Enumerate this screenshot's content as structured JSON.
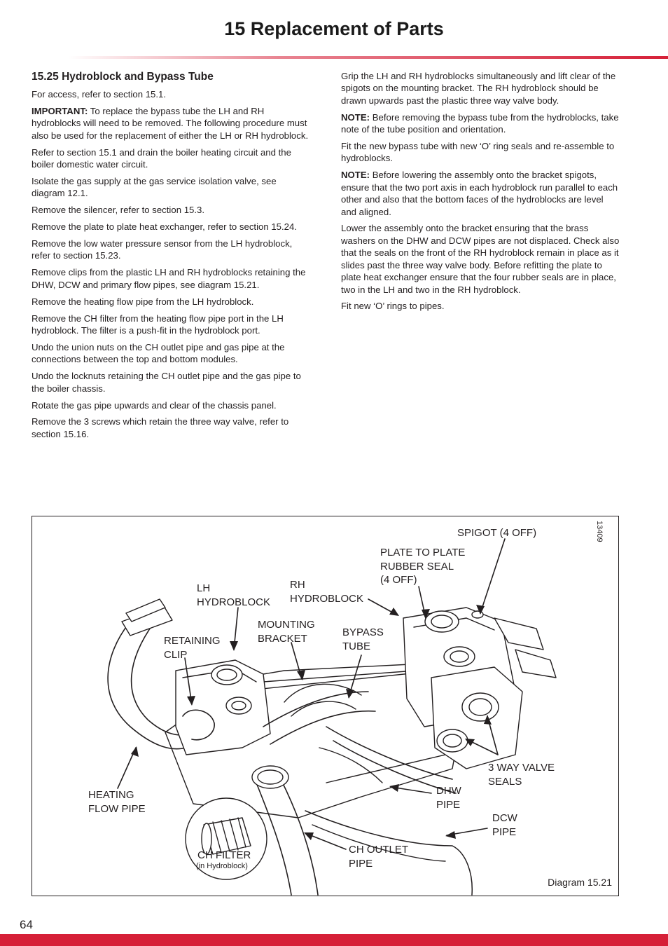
{
  "header": {
    "title": "15  Replacement of Parts"
  },
  "section": {
    "heading": "15.25 Hydroblock and Bypass Tube",
    "left_paragraphs": [
      {
        "lead": "",
        "text": "For access, refer to section 15.1."
      },
      {
        "lead": "IMPORTANT:",
        "text": "  To replace the bypass tube the LH and RH hydroblocks will need to be removed. The following procedure must also be used for the replacement of either the LH or RH hydroblock."
      },
      {
        "lead": "",
        "text": "Refer to section 15.1 and drain the boiler heating circuit and the boiler domestic water circuit."
      },
      {
        "lead": "",
        "text": "Isolate the gas supply at the gas service isolation valve, see diagram 12.1."
      },
      {
        "lead": "",
        "text": "Remove the silencer, refer to section 15.3."
      },
      {
        "lead": "",
        "text": "Remove the plate to plate heat exchanger, refer to section 15.24."
      },
      {
        "lead": "",
        "text": "Remove the low water pressure sensor from the LH hydroblock, refer to section 15.23."
      },
      {
        "lead": "",
        "text": "Remove clips from the plastic LH and RH hydroblocks retaining the DHW, DCW and primary flow pipes, see diagram 15.21."
      },
      {
        "lead": "",
        "text": "Remove the heating flow pipe from the LH hydroblock."
      },
      {
        "lead": "",
        "text": "Remove the CH filter from the heating flow pipe port in the LH hydroblock. The filter is a push-fit in the hydroblock port."
      },
      {
        "lead": "",
        "text": "Undo the union nuts on the CH outlet pipe and gas pipe at the connections between the top and bottom modules."
      },
      {
        "lead": "",
        "text": "Undo the locknuts retaining the CH outlet pipe and the gas pipe to the boiler chassis."
      },
      {
        "lead": "",
        "text": "Rotate the gas pipe upwards and clear of the chassis panel."
      },
      {
        "lead": "",
        "text": "Remove the 3 screws which retain the three way valve, refer to section 15.16."
      }
    ],
    "right_paragraphs": [
      {
        "lead": "",
        "text": "Grip the LH and RH hydroblocks simultaneously and  lift clear of the spigots on the mounting bracket. The RH hydroblock should be drawn upwards past the plastic three way valve body."
      },
      {
        "lead": "NOTE:",
        "text": "  Before removing the bypass tube from the hydroblocks, take note of the tube position and orientation."
      },
      {
        "lead": "",
        "text": "Fit the new bypass tube with new ‘O’ ring seals and re-assemble to hydroblocks."
      },
      {
        "lead": "NOTE:",
        "text": "  Before lowering the assembly onto the bracket spigots, ensure that the two port axis in each hydroblock run parallel to each other and also that the bottom faces of the hydroblocks are level and aligned."
      },
      {
        "lead": "",
        "text": "Lower the assembly onto the bracket ensuring that the brass washers on the DHW and DCW pipes are not displaced. Check also that the seals on the front of the RH hydroblock remain in place as it slides past the three way valve body. Before refitting the plate to plate heat exchanger ensure that the four rubber seals are in place, two in the LH and two in the RH hydroblock."
      },
      {
        "lead": "",
        "text": "Fit new ‘O’ rings to pipes."
      }
    ]
  },
  "diagram": {
    "reference_number": "13409",
    "caption": "Diagram 15.21",
    "labels": {
      "spigot": "SPIGOT (4 OFF)",
      "plate_seal": "PLATE TO PLATE\nRUBBER SEAL\n(4 OFF)",
      "lh_hydroblock": "LH\nHYDROBLOCK",
      "rh_hydroblock": "RH\nHYDROBLOCK",
      "mounting_bracket": "MOUNTING\nBRACKET",
      "bypass_tube": "BYPASS\nTUBE",
      "retaining_clip": "RETAINING\nCLIP",
      "three_way_valve_seals": "3 WAY VALVE\nSEALS",
      "heating_flow_pipe": "HEATING\nFLOW PIPE",
      "dhw_pipe": "DHW\nPIPE",
      "dcw_pipe": "DCW\nPIPE",
      "ch_filter": "CH FILTER",
      "ch_filter_note": "(in Hydroblock)",
      "ch_outlet_pipe": "CH OUTLET\nPIPE"
    }
  },
  "footer": {
    "page_number": "64",
    "accent_color": "#d62038"
  }
}
